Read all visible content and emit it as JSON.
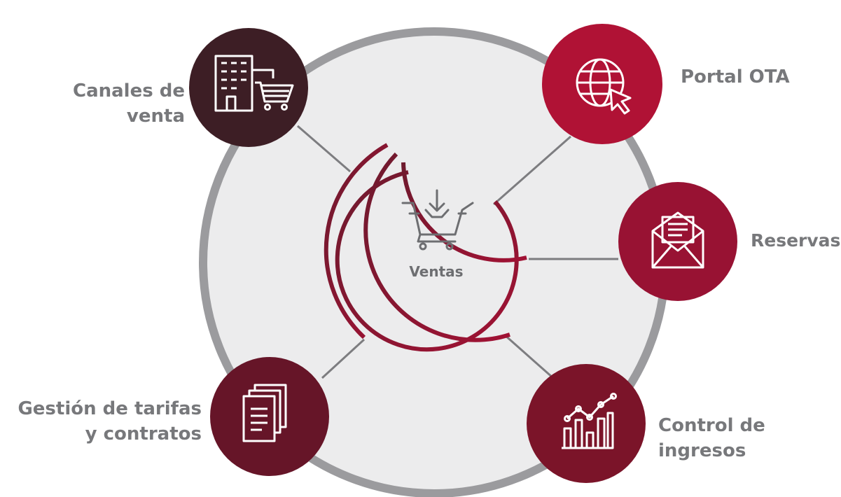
{
  "center": {
    "label": "Ventas",
    "icon": "shopping-cart-download-icon"
  },
  "nodes": [
    {
      "id": "canales",
      "lines": [
        "Canales de",
        "venta"
      ],
      "icon": "building-with-cart-icon",
      "color": "#3d1e25"
    },
    {
      "id": "portal",
      "lines": [
        "Portal OTA"
      ],
      "icon": "globe-cursor-icon",
      "color": "#b01235"
    },
    {
      "id": "reservas",
      "lines": [
        "Reservas"
      ],
      "icon": "envelope-icon",
      "color": "#981233"
    },
    {
      "id": "ingresos",
      "lines": [
        "Control de",
        "ingresos"
      ],
      "icon": "chart-growth-icon",
      "color": "#7b1429"
    },
    {
      "id": "tarifas",
      "lines": [
        "Gestión de tarifas",
        "y contratos"
      ],
      "icon": "documents-icon",
      "color": "#661528"
    }
  ],
  "colors": {
    "disc": "#ececed",
    "disc_border": "#9b9b9e",
    "connector": "#7d7d80",
    "label": "#77787b"
  }
}
